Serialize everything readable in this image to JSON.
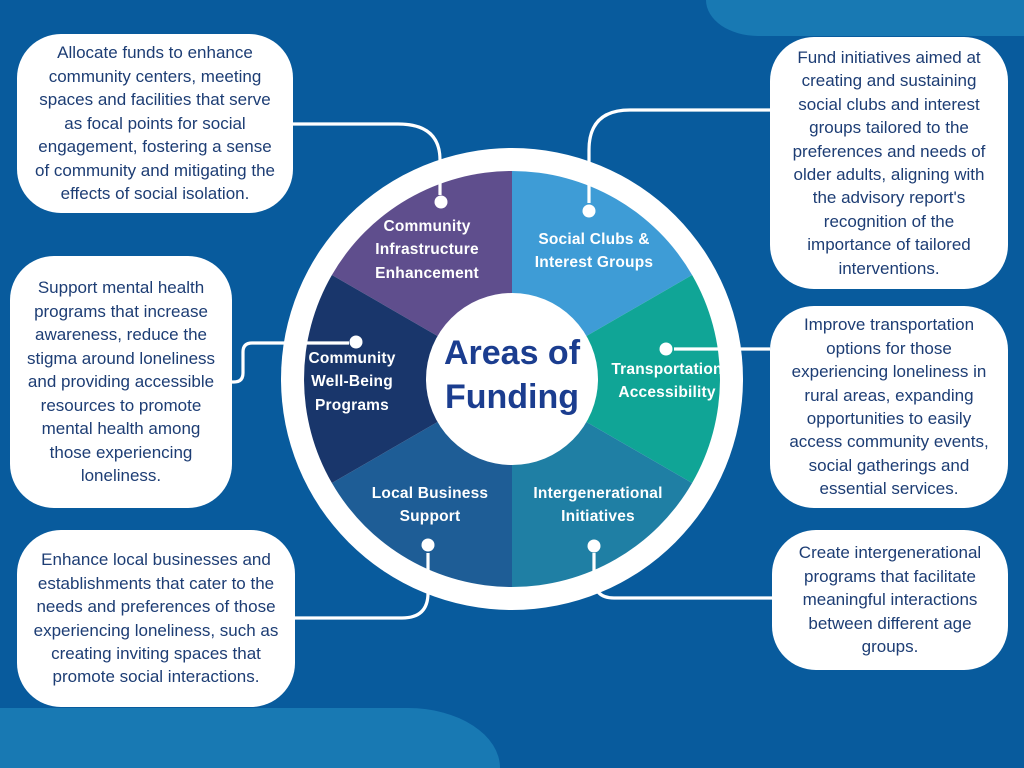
{
  "title": "Areas of\nFunding",
  "colors": {
    "background": "#085B9D",
    "corner_accent": "#1879B3",
    "callout_background": "#FFFFFF",
    "callout_text": "#1D3D74",
    "title_text": "#1B3D8F",
    "segment_label_text": "#FFFFFF",
    "connector": "#FFFFFF"
  },
  "segments": [
    {
      "name": "community-infrastructure-enhancement",
      "label": "Community\nInfrastructure\nEnhancement",
      "color": "#5F4E8D",
      "callout": "Allocate funds to enhance community centers, meeting spaces and facilities that serve as focal points for social engagement, fostering a sense of community and mitigating the effects of social isolation."
    },
    {
      "name": "social-clubs-interest-groups",
      "label": "Social Clubs &\nInterest Groups",
      "color": "#3E9CD6",
      "callout": "Fund initiatives aimed at creating and sustaining social clubs and interest groups tailored to the preferences and needs of older adults, aligning with the advisory report's recognition of the importance of tailored interventions."
    },
    {
      "name": "transportation-accessibility",
      "label": "Transportation\nAccessibility",
      "color": "#10A596",
      "callout": "Improve transportation options for those experiencing loneliness in rural areas, expanding opportunities to easily access community events, social gatherings and essential services."
    },
    {
      "name": "intergenerational-initiatives",
      "label": "Intergenerational\nInitiatives",
      "color": "#1F7FA4",
      "callout": "Create intergenerational programs that facilitate meaningful interactions between different age groups."
    },
    {
      "name": "local-business-support",
      "label": "Local Business\nSupport",
      "color": "#1E5D96",
      "callout": "Enhance local businesses and establishments that cater to the needs and preferences of those experiencing loneliness, such as creating inviting spaces that promote social interactions."
    },
    {
      "name": "community-well-being-programs",
      "label": "Community\nWell-Being\nPrograms",
      "color": "#19366B",
      "callout": "Support mental health programs that increase awareness, reduce the stigma around loneliness and providing accessible resources to promote mental health among those experiencing loneliness."
    }
  ]
}
